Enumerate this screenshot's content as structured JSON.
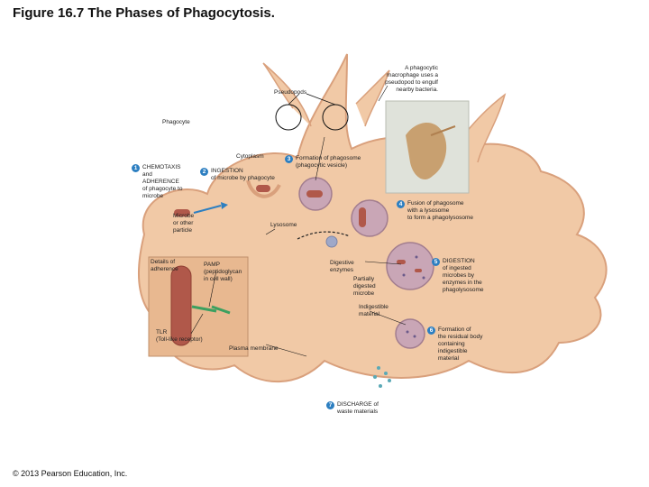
{
  "title": "Figure 16.7 The Phases of Phagocytosis.",
  "copyright": "© 2013 Pearson Education, Inc.",
  "labels": {
    "macrophage_note_1": "A phagocytic",
    "macrophage_note_2": "macrophage uses a",
    "macrophage_note_3": "pseudopod to engulf",
    "macrophage_note_4": "nearby bacteria.",
    "pseudopods": "Pseudopods",
    "phagocyte": "Phagocyte",
    "cytoplasm": "Cytoplasm",
    "microbe_1": "Microbe",
    "microbe_2": "or other",
    "microbe_3": "particle",
    "lysosome": "Lysosome",
    "adherence_1": "Details of",
    "adherence_2": "adherence",
    "pamp_1": "PAMP",
    "pamp_2": "(peptidoglycan",
    "pamp_3": "in cell wall)",
    "tlr_1": "TLR",
    "tlr_2": "(Toll-like receptor)",
    "plasma_membrane": "Plasma membrane",
    "digestive_1": "Digestive",
    "digestive_2": "enzymes",
    "partial_1": "Partially",
    "partial_2": "digested",
    "partial_3": "microbe",
    "indigestible_1": "Indigestible",
    "indigestible_2": "material"
  },
  "steps": [
    {
      "number": "1",
      "lines": [
        "CHEMOTAXIS",
        "and",
        "ADHERENCE",
        "of phagocyte to",
        "microbe"
      ]
    },
    {
      "number": "2",
      "lines": [
        "INGESTION",
        "of microbe by phagocyte"
      ]
    },
    {
      "number": "3",
      "lines": [
        "Formation of phagosome",
        "(phagocytic vesicle)"
      ]
    },
    {
      "number": "4",
      "lines": [
        "Fusion of phagosome",
        "with a lysosome",
        "to form a phagolysosome"
      ]
    },
    {
      "number": "5",
      "lines": [
        "DIGESTION",
        "of ingested",
        "microbes by",
        "enzymes in the",
        "phagolysosome"
      ]
    },
    {
      "number": "6",
      "lines": [
        "Formation of",
        "the residual body",
        "containing",
        "indigestible",
        "material"
      ]
    },
    {
      "number": "7",
      "lines": [
        "DISCHARGE of",
        "waste materials"
      ]
    }
  ],
  "colors": {
    "cell": "#f1c9a6",
    "cell_edge": "#d9a07c",
    "vesicle": "#c9a6b6",
    "microbe": "#b0584a",
    "arrow": "#2d7fc1",
    "step_badge": "#2d7fc1"
  }
}
